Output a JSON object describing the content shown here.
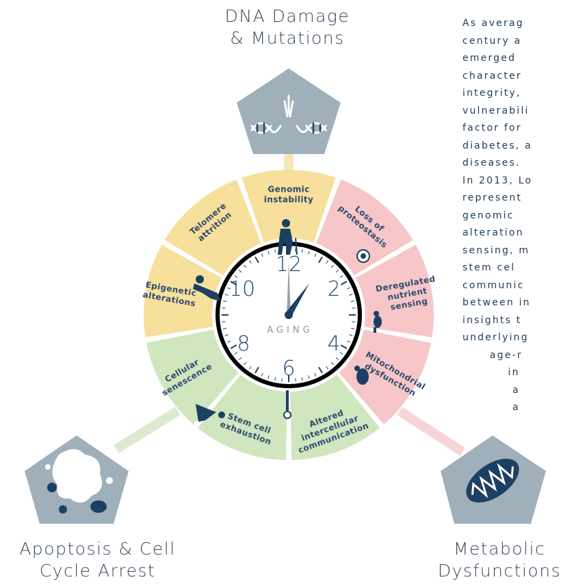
{
  "corners": {
    "top": [
      "DNA Damage",
      "& Mutations"
    ],
    "left": [
      "Apoptosis & Cell",
      "Cycle Arrest"
    ],
    "right": [
      "Metabolic",
      "Dysfunctions"
    ]
  },
  "clock": {
    "center_label": "AGING",
    "numbers": [
      "12",
      "2",
      "4",
      "6",
      "8",
      "10"
    ]
  },
  "hallmarks": [
    {
      "lines": [
        "Genomic",
        "instability"
      ],
      "group": "yellow"
    },
    {
      "lines": [
        "Loss of",
        "proteostasis"
      ],
      "group": "pink"
    },
    {
      "lines": [
        "Deregulated",
        "nutrient",
        "sensing"
      ],
      "group": "pink"
    },
    {
      "lines": [
        "Mitochondrial",
        "dysfunction"
      ],
      "group": "pink"
    },
    {
      "lines": [
        "Altered",
        "intercellular",
        "communication"
      ],
      "group": "green"
    },
    {
      "lines": [
        "Stem cell",
        "exhaustion"
      ],
      "group": "green"
    },
    {
      "lines": [
        "Cellular",
        "senescence"
      ],
      "group": "green"
    },
    {
      "lines": [
        "Epigenetic",
        "alterations"
      ],
      "group": "yellow"
    },
    {
      "lines": [
        "Telomere",
        "attrition"
      ],
      "group": "yellow"
    }
  ],
  "colors": {
    "yellow": "#f7df9c",
    "pink": "#f6c6c9",
    "green": "#cfe6bf",
    "slate": "#9fb0bb",
    "navy": "#1d3f63"
  },
  "side_text": [
    "As averag",
    "century a",
    "emerged",
    "character",
    "integrity,",
    "vulnerabili",
    "factor for",
    "diabetes, a",
    "diseases.",
    "In 2013, Lo",
    "represent",
    "genomic",
    "alteration",
    "sensing, m",
    "stem cel",
    "communic",
    "between in",
    "insights t",
    "underlying",
    "      age-r",
    "          in",
    "           a",
    "           a"
  ]
}
